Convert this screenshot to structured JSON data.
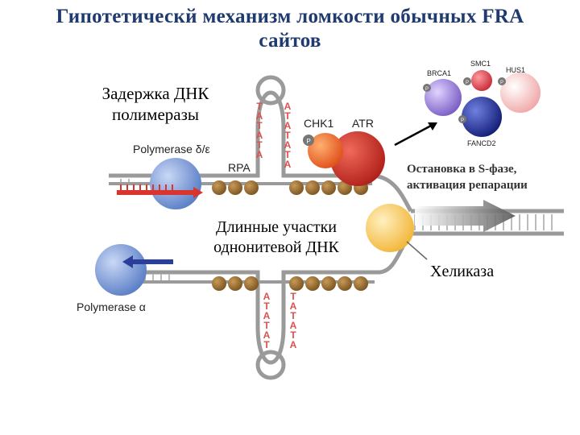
{
  "title_line1": "Гипотетическй механизм ломкости обычных FRA",
  "title_line2": "сайтов",
  "labels": {
    "polymerase_delay": [
      "Задержка ДНК",
      "полимеразы"
    ],
    "long_ssdna": [
      "Длинные участки",
      "однонитевой ДНК"
    ],
    "s_phase_arrest": [
      "Остановка в S-фазе,",
      "активация репарации"
    ],
    "helicase": "Хеликаза"
  },
  "diagram": {
    "polymerase_delta": "Polymerase δ/ε",
    "polymerase_alpha": "Polymerase α",
    "rpa": "RPA",
    "chk1": "CHK1",
    "atr": "ATR",
    "brca1": "BRCA1",
    "smc1": "SMC1",
    "hus1": "HUS1",
    "fancd2": "FANCD2",
    "phospho": "P",
    "hairpin_left_top": [
      "T",
      "A",
      "T",
      "A",
      "T",
      "A"
    ],
    "hairpin_right_top": [
      "A",
      "T",
      "A",
      "T",
      "A",
      "T",
      "A"
    ],
    "hairpin_left_bottom": [
      "A",
      "T",
      "A",
      "T",
      "A",
      "T"
    ],
    "hairpin_right_bottom": [
      "T",
      "A",
      "T",
      "A",
      "T",
      "A"
    ]
  },
  "colors": {
    "title": "#1f3a6e",
    "dna_strand": "#9a9a9a",
    "rpa_bead": "#8b6428",
    "hairpin_letter": "#d9534f",
    "polymerase": "#6d8fd0",
    "atr": "#c0281e",
    "chk1": "#e0581e",
    "helicase": "#f5c046",
    "brca1": "#8a6ccf",
    "smc1": "#d94a52",
    "hus1": "#f2b0b0",
    "fancd2": "#1f2a8a"
  }
}
